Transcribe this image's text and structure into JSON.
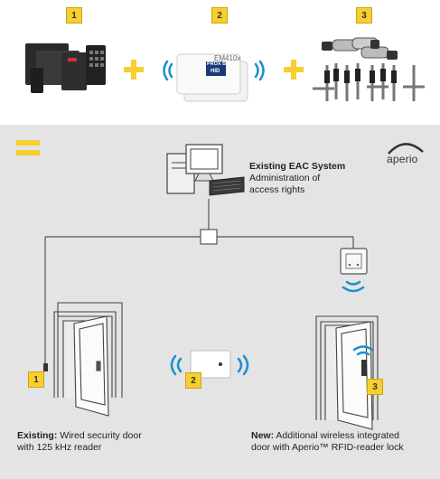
{
  "badges": {
    "b1": "1",
    "b2": "2",
    "b3": "3"
  },
  "card": {
    "model": "EM410x",
    "brand_line1": "PROX BY",
    "brand_line2": "HID"
  },
  "logo": {
    "text": "aperio"
  },
  "labels": {
    "eac_title": "Existing EAC System",
    "eac_line1": "Administration of",
    "eac_line2": "access rights",
    "existing_bold": "Existing:",
    "existing_rest": " Wired security door",
    "existing_line2": "with 125 kHz reader",
    "new_bold": "New:",
    "new_rest": " Additional wireless integrated",
    "new_line2": "door with Aperio™ RFID-reader lock"
  },
  "colors": {
    "accent_yellow": "#f7cf2e",
    "wireless_blue": "#1b8fd0",
    "line_gray": "#555555"
  }
}
